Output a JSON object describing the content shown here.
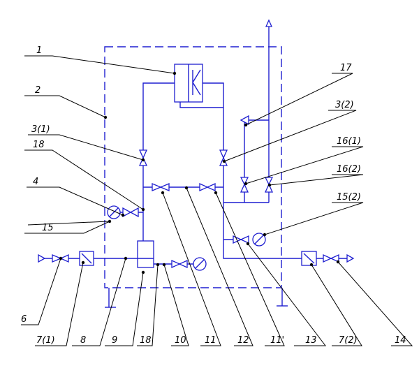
{
  "colors": {
    "lines": "#1f1fd0",
    "leaders": "#000000",
    "background": "#ffffff"
  },
  "labels": {
    "l1": "1",
    "l2": "2",
    "l3_1": "3(1)",
    "l18a": "18",
    "l4": "4",
    "l15": "15",
    "l6": "6",
    "l7_1": "7(1)",
    "l8": "8",
    "l9": "9",
    "l18b": "18",
    "l10": "10",
    "l11": "11",
    "l12": "12",
    "l11p": "11'",
    "l13": "13",
    "l7_2": "7(2)",
    "l14": "14",
    "l17": "17",
    "l3_2": "3(2)",
    "l16_1": "16(1)",
    "l16_2": "16(2)",
    "l15_2": "15(2)"
  }
}
